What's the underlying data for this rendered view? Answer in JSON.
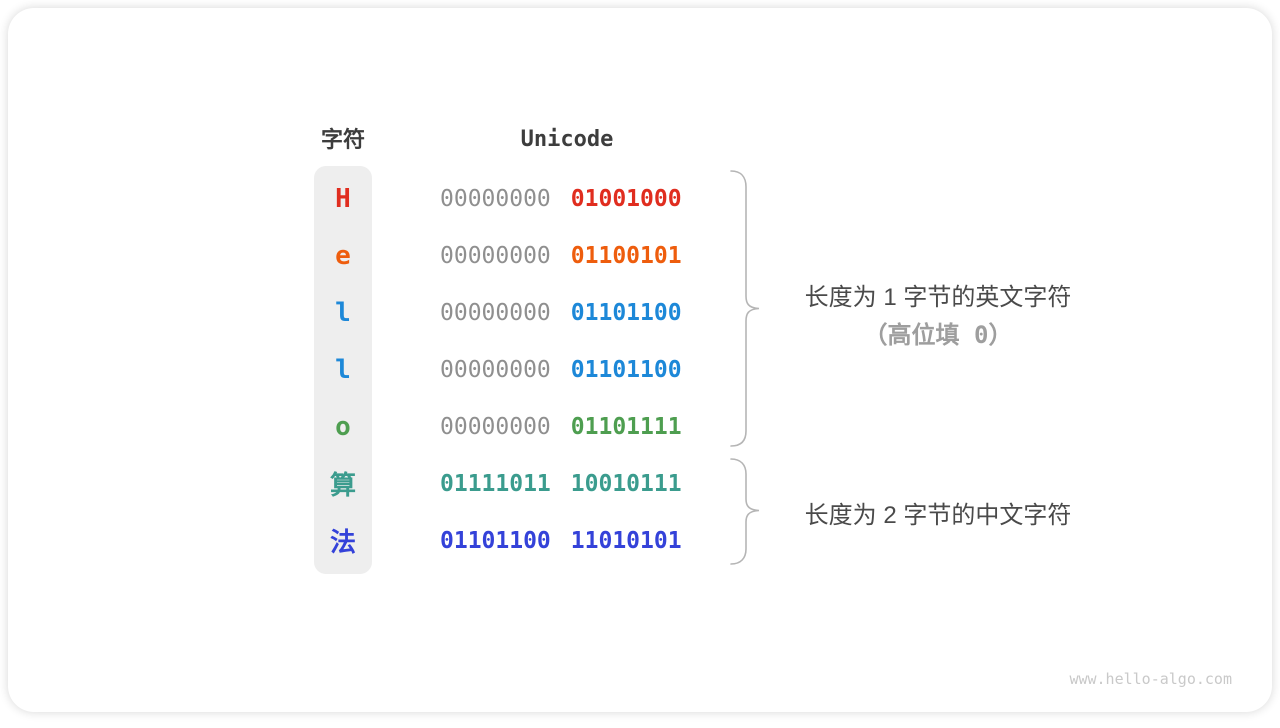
{
  "table": {
    "headers": {
      "char": "字符",
      "unicode": "Unicode"
    },
    "zero_color": "#8f8f8f",
    "rows": [
      {
        "char": "H",
        "byte1": "00000000",
        "byte2": "01001000",
        "color": "#e02d1f",
        "byte1_colored": false
      },
      {
        "char": "e",
        "byte1": "00000000",
        "byte2": "01100101",
        "color": "#ee5d0d",
        "byte1_colored": false
      },
      {
        "char": "l",
        "byte1": "00000000",
        "byte2": "01101100",
        "color": "#1d88d8",
        "byte1_colored": false
      },
      {
        "char": "l",
        "byte1": "00000000",
        "byte2": "01101100",
        "color": "#1d88d8",
        "byte1_colored": false
      },
      {
        "char": "o",
        "byte1": "00000000",
        "byte2": "01101111",
        "color": "#4e9e50",
        "byte1_colored": false
      },
      {
        "char": "算",
        "byte1": "01111011",
        "byte2": "10010111",
        "color": "#3b9c8e",
        "byte1_colored": true
      },
      {
        "char": "法",
        "byte1": "01101100",
        "byte2": "11010101",
        "color": "#3442d9",
        "byte1_colored": true
      }
    ]
  },
  "annotations": {
    "group_1byte": {
      "line1": "长度为 1 字节的英文字符",
      "line2": "（高位填 0）"
    },
    "group_2byte": {
      "line1": "长度为 2 字节的中文字符"
    }
  },
  "colors": {
    "brace": "#b5b5b5",
    "char_column_bg": "#eeeeee",
    "header_text": "#3d3d3d",
    "annotation_text": "#4a4a4a",
    "annotation_secondary": "#9e9e9e"
  },
  "watermark": "www.hello-algo.com"
}
